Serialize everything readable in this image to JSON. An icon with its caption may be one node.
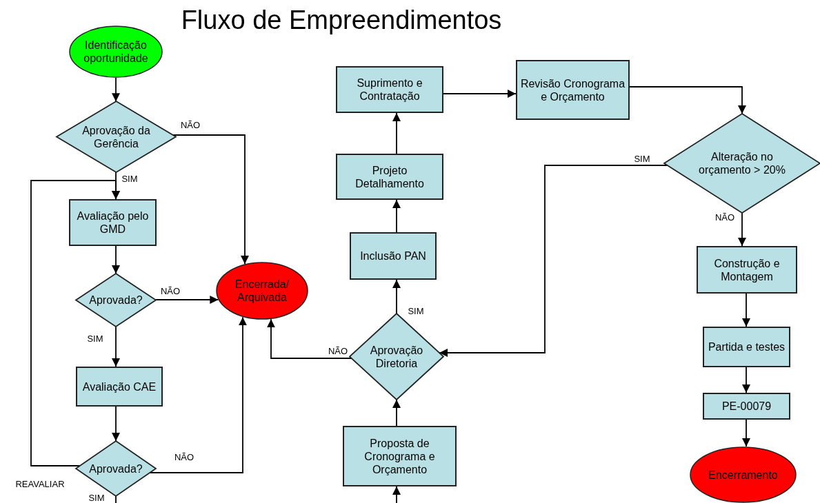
{
  "diagram": {
    "title": "Fluxo de Empreendimentos",
    "nodes": [
      {
        "text": [
          "Identificação oportunidade"
        ]
      },
      {
        "text": [
          "Aprovação da Gerência"
        ]
      },
      {
        "text": [
          "Avaliação pelo GMD"
        ]
      },
      {
        "text": [
          "Aprovada?"
        ]
      },
      {
        "text": [
          "Avaliação CAE"
        ]
      },
      {
        "text": [
          "Aprovada?"
        ]
      },
      {
        "text": [
          "Encerrada/ Arquivada"
        ]
      },
      {
        "text": [
          "Proposta de Cronograma e Orçamento"
        ]
      },
      {
        "text": [
          "Aprovação Diretoria"
        ]
      },
      {
        "text": [
          "Inclusão PAN"
        ]
      },
      {
        "text": [
          "Projeto Detalhamento"
        ]
      },
      {
        "text": [
          "Suprimento e Contratação"
        ]
      },
      {
        "text": [
          "Revisão Cronograma e Orçamento"
        ]
      },
      {
        "text": [
          "Alteração no orçamento > 20%"
        ]
      },
      {
        "text": [
          "Construção e Montagem"
        ]
      },
      {
        "text": [
          "Partida e testes"
        ]
      },
      {
        "text": [
          "PE-00079"
        ]
      },
      {
        "text": [
          "Encerramento"
        ]
      }
    ],
    "edges": [
      {
        "from": 0,
        "to": 1,
        "arrow": "to"
      },
      {
        "from": 1,
        "to": 2,
        "arrow": "to",
        "label": "SIM"
      },
      {
        "from": 1,
        "to": 6,
        "arrow": "to",
        "label": "NÃO"
      },
      {
        "from": 2,
        "to": 3,
        "arrow": "to"
      },
      {
        "from": 3,
        "to": 6,
        "arrow": "to",
        "label": "NÃO"
      },
      {
        "from": 3,
        "to": 4,
        "arrow": "to",
        "label": "SIM"
      },
      {
        "from": 4,
        "to": 5,
        "arrow": "to"
      },
      {
        "from": 5,
        "to": 6,
        "arrow": "to",
        "label": "NÃO"
      },
      {
        "from": 5,
        "to": 2,
        "arrow": "to",
        "label": "REAVALIAR"
      },
      {
        "from": 5,
        "to": null,
        "arrow": "none",
        "label": "SIM"
      },
      {
        "from": null,
        "to": 7,
        "arrow": "to"
      },
      {
        "from": 7,
        "to": 8,
        "arrow": "to"
      },
      {
        "from": 8,
        "to": 9,
        "arrow": "to",
        "label": "SIM"
      },
      {
        "from": 8,
        "to": 6,
        "arrow": "to",
        "label": "NÃO"
      },
      {
        "from": 9,
        "to": 10,
        "arrow": "to"
      },
      {
        "from": 10,
        "to": 11,
        "arrow": "to"
      },
      {
        "from": 11,
        "to": 12,
        "arrow": "to"
      },
      {
        "from": 12,
        "to": 13,
        "arrow": "to"
      },
      {
        "from": 13,
        "to": 8,
        "arrow": "to",
        "label": "SIM"
      },
      {
        "from": 13,
        "to": 14,
        "arrow": "to",
        "label": "NÃO"
      },
      {
        "from": 14,
        "to": 15,
        "arrow": "to"
      },
      {
        "from": 15,
        "to": 16,
        "arrow": "to"
      },
      {
        "from": 16,
        "to": 17,
        "arrow": "to"
      }
    ]
  }
}
